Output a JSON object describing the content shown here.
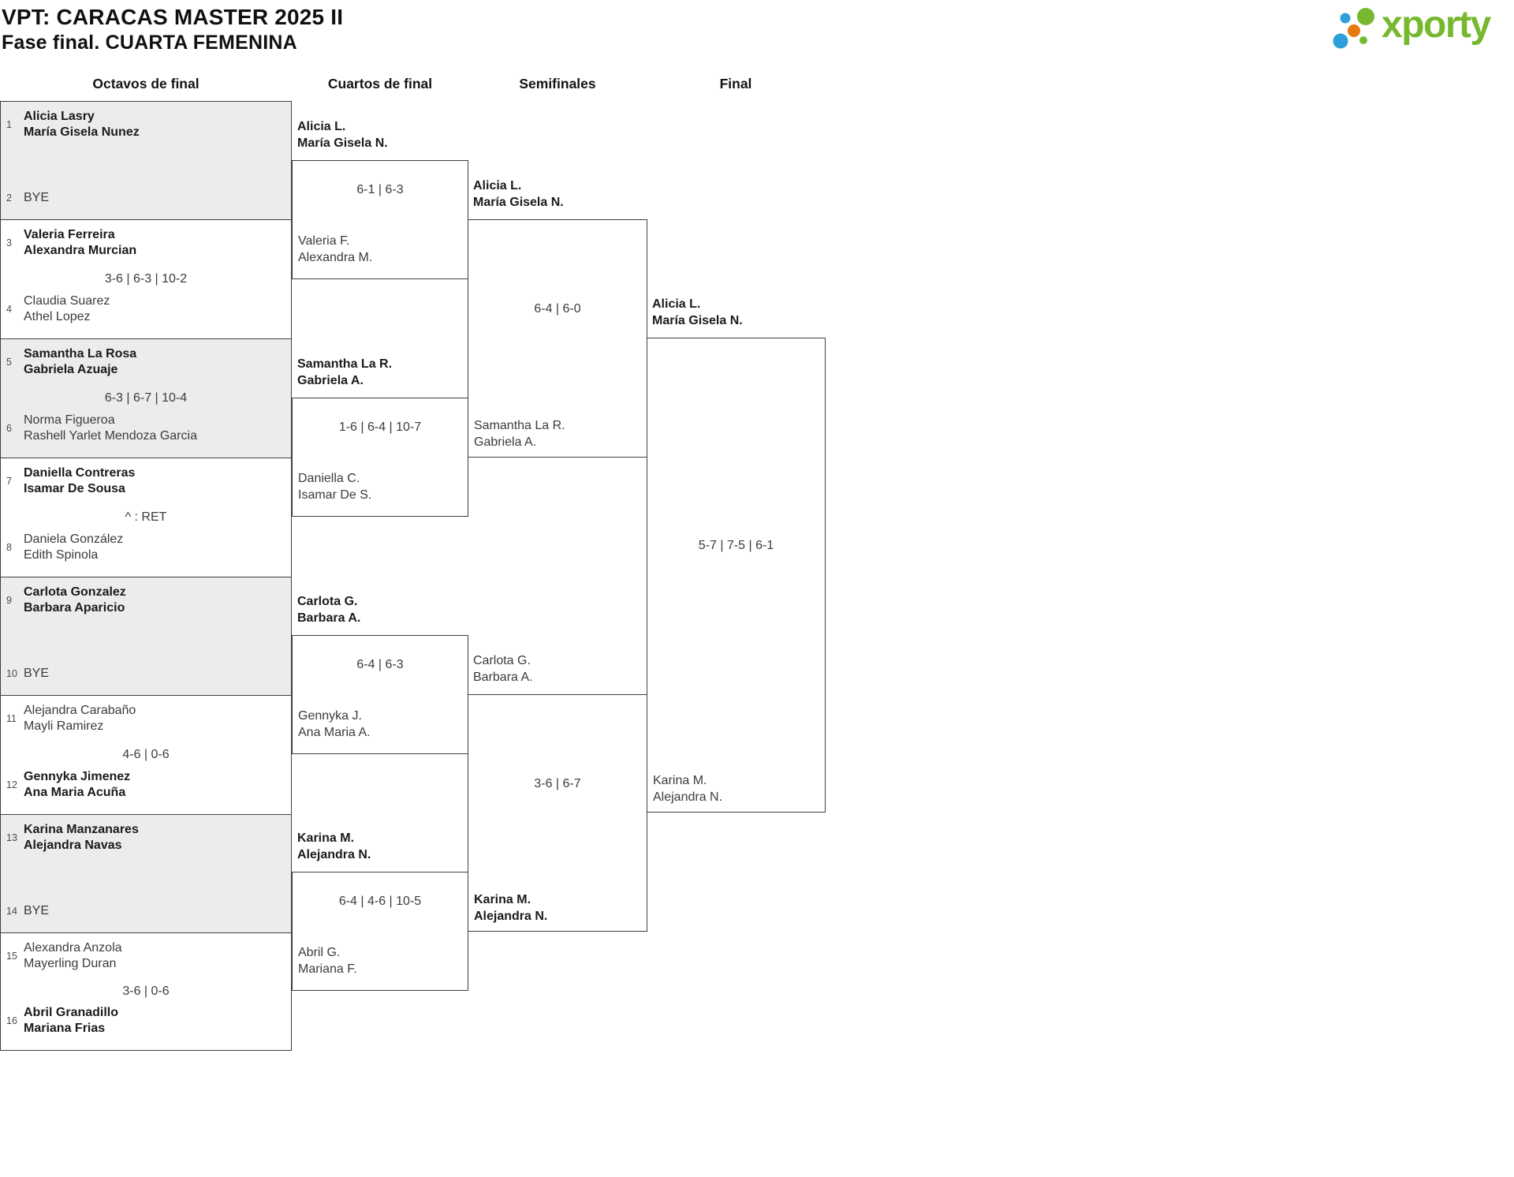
{
  "page": {
    "title": "VPT: CARACAS MASTER 2025 II",
    "subtitle": "Fase final. CUARTA FEMENINA"
  },
  "logo": {
    "text": "xporty"
  },
  "colors": {
    "brand_green": "#76b82e",
    "brand_blue": "#2d9fd9",
    "brand_orange": "#e5790f",
    "shaded_row": "#ececec",
    "border": "#3f3f3f"
  },
  "rounds": [
    {
      "label": "Octavos de final"
    },
    {
      "label": "Cuartos de final"
    },
    {
      "label": "Semifinales"
    },
    {
      "label": "Final"
    }
  ],
  "octavos": [
    {
      "top": {
        "seed": "1",
        "name1": "Alicia Lasry",
        "name2": "María Gisela Nunez"
      },
      "score": "",
      "bottom": {
        "seed": "2",
        "name1": "BYE",
        "name2": ""
      }
    },
    {
      "top": {
        "seed": "3",
        "name1": "Valeria Ferreira",
        "name2": "Alexandra Murcian"
      },
      "score": "3-6 | 6-3 | 10-2",
      "bottom": {
        "seed": "4",
        "name1": "Claudia Suarez",
        "name2": "Athel Lopez"
      }
    },
    {
      "top": {
        "seed": "5",
        "name1": "Samantha La Rosa",
        "name2": "Gabriela Azuaje"
      },
      "score": "6-3 | 6-7 | 10-4",
      "bottom": {
        "seed": "6",
        "name1": "Norma Figueroa",
        "name2": "Rashell Yarlet Mendoza Garcia"
      }
    },
    {
      "top": {
        "seed": "7",
        "name1": "Daniella Contreras",
        "name2": "Isamar De Sousa"
      },
      "score": "^ : RET",
      "bottom": {
        "seed": "8",
        "name1": "Daniela González",
        "name2": "Edith Spinola"
      }
    },
    {
      "top": {
        "seed": "9",
        "name1": "Carlota Gonzalez",
        "name2": "Barbara Aparicio"
      },
      "score": "",
      "bottom": {
        "seed": "10",
        "name1": "BYE",
        "name2": ""
      }
    },
    {
      "top": {
        "seed": "11",
        "name1": "Alejandra Carabaño",
        "name2": "Mayli Ramirez"
      },
      "score": "4-6 | 0-6",
      "bottom": {
        "seed": "12",
        "name1": "Gennyka Jimenez",
        "name2": "Ana Maria Acuña"
      }
    },
    {
      "top": {
        "seed": "13",
        "name1": "Karina Manzanares",
        "name2": "Alejandra Navas"
      },
      "score": "",
      "bottom": {
        "seed": "14",
        "name1": "BYE",
        "name2": ""
      }
    },
    {
      "top": {
        "seed": "15",
        "name1": "Alexandra Anzola",
        "name2": "Mayerling Duran"
      },
      "score": "3-6 | 0-6",
      "bottom": {
        "seed": "16",
        "name1": "Abril Granadillo",
        "name2": "Mariana Frias"
      }
    }
  ],
  "cuartos": [
    {
      "team_top": {
        "line1": "Alicia L.",
        "line2": "María Gisela N."
      },
      "score": "6-1 | 6-3",
      "team_bottom": {
        "line1": "Valeria F.",
        "line2": "Alexandra M."
      }
    },
    {
      "team_top": {
        "line1": "Samantha La R.",
        "line2": "Gabriela A."
      },
      "score": "1-6 | 6-4 | 10-7",
      "team_bottom": {
        "line1": "Daniella C.",
        "line2": "Isamar De S."
      }
    },
    {
      "team_top": {
        "line1": "Carlota G.",
        "line2": "Barbara A."
      },
      "score": "6-4 | 6-3",
      "team_bottom": {
        "line1": "Gennyka J.",
        "line2": "Ana Maria A."
      }
    },
    {
      "team_top": {
        "line1": "Karina M.",
        "line2": "Alejandra N."
      },
      "score": "6-4 | 4-6 | 10-5",
      "team_bottom": {
        "line1": "Abril G.",
        "line2": "Mariana F."
      }
    }
  ],
  "semifinales": [
    {
      "team_top": {
        "line1": "Alicia L.",
        "line2": "María Gisela N."
      },
      "score": "6-4 | 6-0",
      "team_bottom": {
        "line1": "Samantha La R.",
        "line2": "Gabriela A."
      }
    },
    {
      "team_top": {
        "line1": "Carlota G.",
        "line2": "Barbara A."
      },
      "score": "3-6 | 6-7",
      "team_bottom": {
        "line1": "Karina M.",
        "line2": "Alejandra N."
      }
    }
  ],
  "final": {
    "team_top": {
      "line1": "Alicia L.",
      "line2": "María Gisela N."
    },
    "score": "5-7 | 7-5 | 6-1",
    "team_bottom": {
      "line1": "Karina M.",
      "line2": "Alejandra N."
    }
  }
}
